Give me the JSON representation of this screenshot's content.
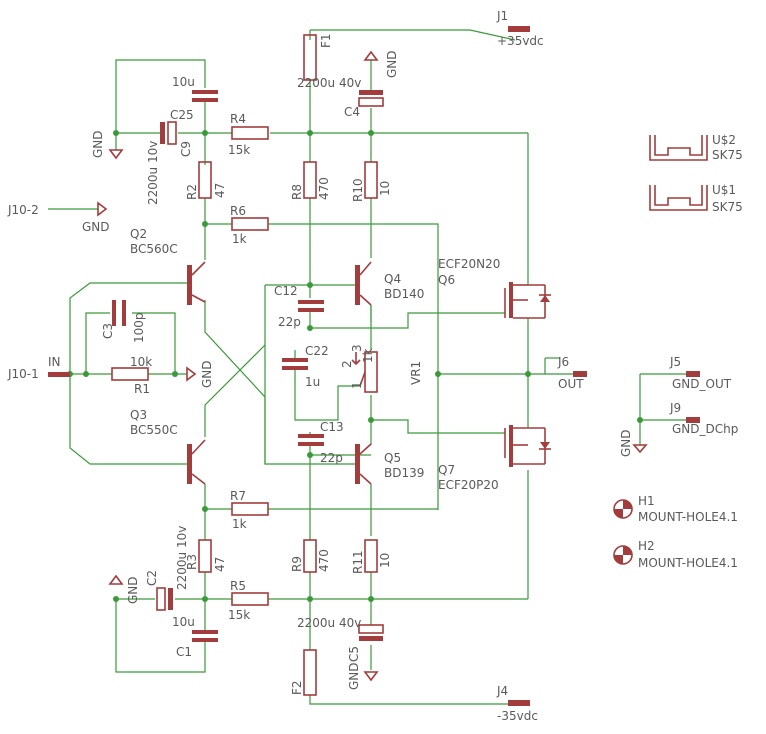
{
  "labels": {
    "j1": "J1",
    "p35": "+35vdc",
    "f1": "F1",
    "gnd1": "GND",
    "c25v": "10u",
    "c25": "C25",
    "c4v": "2200u 40v",
    "c4": "C4",
    "r4": "R4",
    "r4v": "15k",
    "gnd2": "GND",
    "c9": "C9",
    "c9v": "2200u 10v",
    "r8": "R8",
    "r8v": "470",
    "r10": "R10",
    "r10v": "10",
    "r2": "R2",
    "r2v": "47",
    "j10_2": "J10-2",
    "gnd3": "GND",
    "r6": "R6",
    "r6v": "1k",
    "q2": "Q2",
    "q2v": "BC560C",
    "q4": "Q4",
    "q4v": "BD140",
    "q6": "ECF20N20",
    "q6n": "Q6",
    "u2": "U$2",
    "u2v": "SK75",
    "u1": "U$1",
    "u1v": "SK75",
    "c3": "C3",
    "c3v": "100p",
    "c12": "C12",
    "c12v": "22p",
    "c22": "C22",
    "c22v": "1u",
    "vr1": "VR1",
    "vr1v": "1k",
    "vr_p1": "1",
    "vr_p2": "2",
    "vr_p3": "3",
    "r1v": "10k",
    "r1": "R1",
    "in": "IN",
    "j10_1": "J10-1",
    "gnd4": "GND",
    "j6": "J6",
    "out": "OUT",
    "j5": "J5",
    "gnd_out": "GND_OUT",
    "j9": "J9",
    "gnd_dchp": "GND_DChp",
    "gnd5": "GND",
    "q3": "Q3",
    "q3v": "BC550C",
    "c13": "C13",
    "c13v": "22p",
    "q5": "Q5",
    "q5v": "BD139",
    "q7n": "Q7",
    "q7": "ECF20P20",
    "h1": "H1",
    "h1v": "MOUNT-HOLE4.1",
    "h2": "H2",
    "h2v": "MOUNT-HOLE4.1",
    "r7": "R7",
    "r7v": "1k",
    "c2v": "2200u 10v",
    "c2": "C2",
    "gnd6": "GND",
    "r3": "R3",
    "r3v": "47",
    "r9": "R9",
    "r9v": "470",
    "r11": "R11",
    "r11v": "10",
    "r5": "R5",
    "r5v": "15k",
    "c1v": "10u",
    "c1": "C1",
    "c5v": "2200u 40v",
    "c5": "C5",
    "gnd7": "GND",
    "f2": "F2",
    "j4": "J4",
    "m35": "-35vdc"
  },
  "colors": {
    "wire": "#3a9a3a",
    "component": "#a33c3c",
    "text": "#5a5a5a",
    "background": "#ffffff"
  }
}
